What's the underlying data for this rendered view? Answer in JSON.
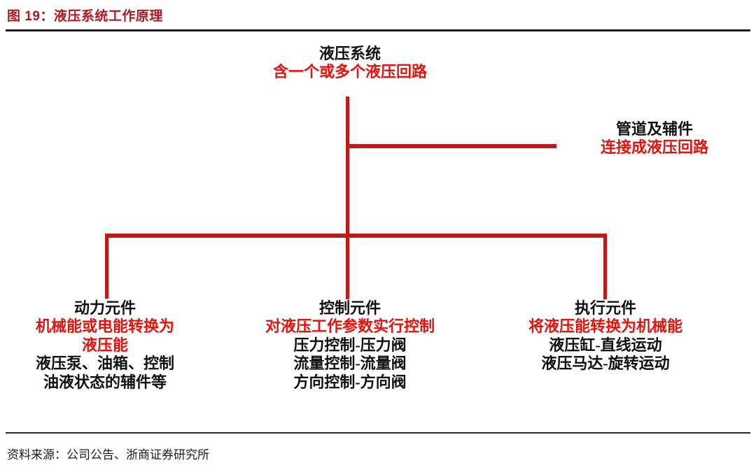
{
  "figure": {
    "title": "图 19：液压系统工作原理",
    "source": "资料来源：公司公告、浙商证券研究所",
    "accent_color": "#b4181f",
    "line_color": "#bd1a1a",
    "highlight_text_color": "#e8120c",
    "body_text_color": "#111111"
  },
  "chart_data": {
    "type": "diagram",
    "title": "图 19：液压系统工作原理",
    "layout": "top-down hierarchy tree",
    "nodes": [
      {
        "id": "root",
        "heading": "液压系统",
        "highlight": "含一个或多个液压回路",
        "details": []
      },
      {
        "id": "pipe",
        "heading": "管道及辅件",
        "highlight": "连接成液压回路",
        "details": []
      },
      {
        "id": "power",
        "heading": "动力元件",
        "highlight": "机械能或电能转换为",
        "highlight2": "液压能",
        "details": [
          "液压泵、油箱、控制",
          "油液状态的辅件等"
        ]
      },
      {
        "id": "control",
        "heading": "控制元件",
        "highlight": "对液压工作参数实行控制",
        "details": [
          "压力控制-压力阀",
          "流量控制-流量阀",
          "方向控制-方向阀"
        ]
      },
      {
        "id": "exec",
        "heading": "执行元件",
        "highlight": "将液压能转换为机械能",
        "details": [
          "液压缸-直线运动",
          "液压马达-旋转运动"
        ]
      }
    ],
    "edges": [
      {
        "from": "root",
        "to": "pipe"
      },
      {
        "from": "root",
        "to": "power"
      },
      {
        "from": "root",
        "to": "control"
      },
      {
        "from": "root",
        "to": "exec"
      }
    ]
  }
}
